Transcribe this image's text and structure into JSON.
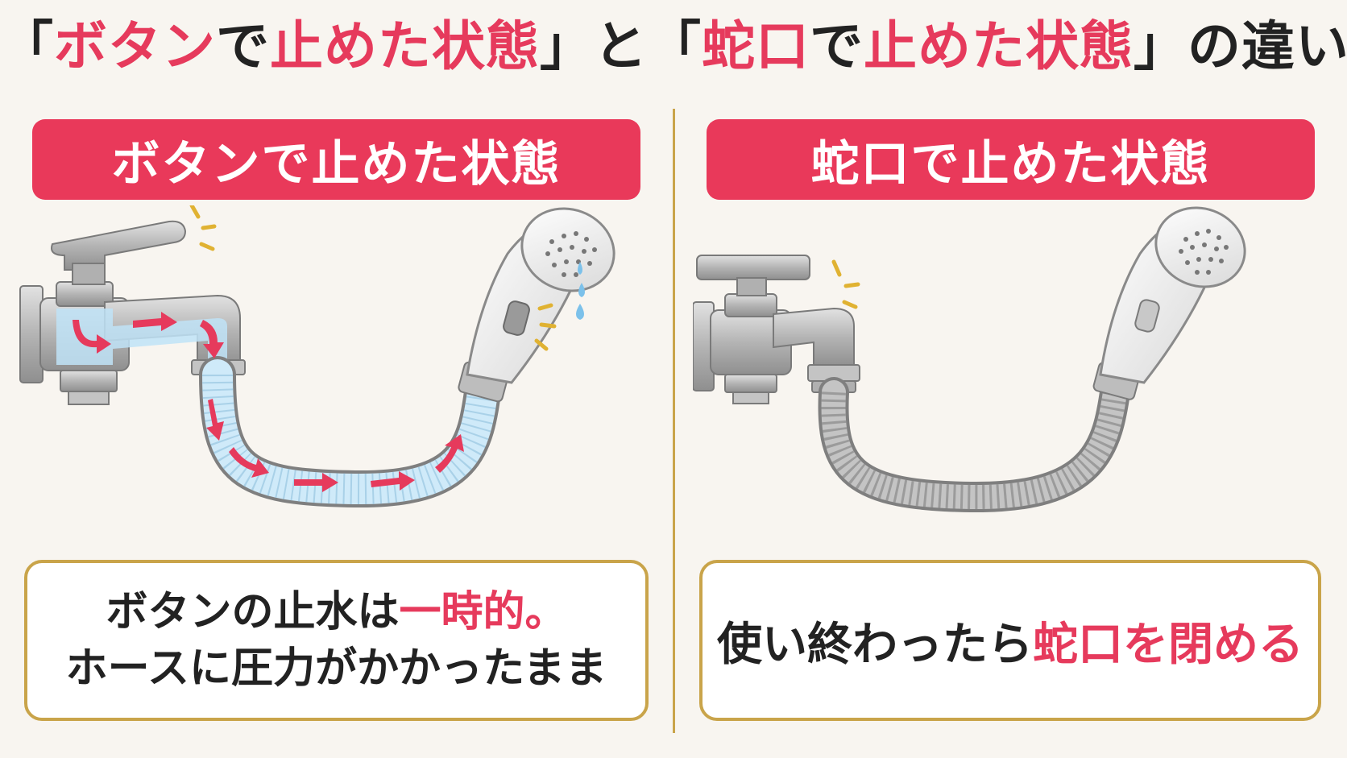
{
  "title": {
    "part1_bracket_open": "「",
    "part1_a": "ボタン",
    "part1_b": "で",
    "part1_c": "止めた状態",
    "part1_bracket_close": "」",
    "connector": "と",
    "part2_bracket_open": "「",
    "part2_a": "蛇口",
    "part2_b": "で",
    "part2_c": "止めた状態",
    "part2_bracket_close": "」",
    "suffix": "の違い"
  },
  "left": {
    "banner": "ボタンで止めた状態",
    "note_line1_a": "ボタンの止水は",
    "note_line1_b": "一時的。",
    "note_line2": "ホースに圧力がかかったまま"
  },
  "right": {
    "banner": "蛇口で止めた状態",
    "note_a": "使い終わったら",
    "note_b": "蛇口を閉める"
  },
  "colors": {
    "accent": "#e9395a",
    "frame": "#c9a44a",
    "water": "#bfe3f7",
    "arrow": "#e63a5c",
    "metal": "#a8a8a8"
  }
}
